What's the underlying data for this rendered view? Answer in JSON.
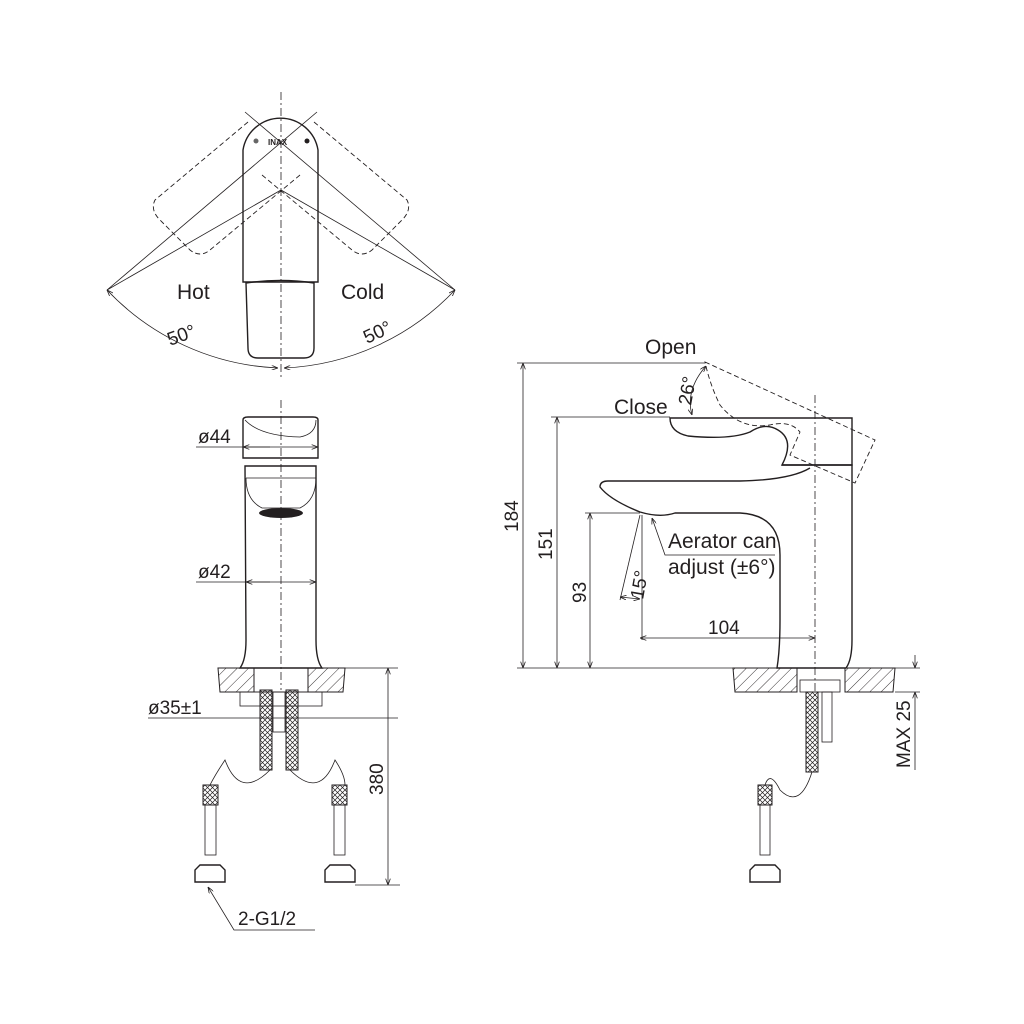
{
  "top_view": {
    "hot_label": "Hot",
    "cold_label": "Cold",
    "hot_angle": "50°",
    "cold_angle": "50°",
    "brand": "INAX"
  },
  "front_view": {
    "dia_top": "ø44",
    "dia_body": "ø42",
    "dia_hole": "ø35±1",
    "hose_length": "380",
    "thread": "2-G1/2"
  },
  "side_view": {
    "open_label": "Open",
    "close_label": "Close",
    "lever_angle": "26°",
    "height_total": "184",
    "height_lever": "151",
    "height_spout": "93",
    "spout_reach": "104",
    "aerator_angle": "15°",
    "aerator_note_line1": "Aerator can",
    "aerator_note_line2": "adjust (±6°)",
    "max_counter": "MAX 25"
  },
  "colors": {
    "line": "#231f20",
    "background": "#ffffff"
  }
}
